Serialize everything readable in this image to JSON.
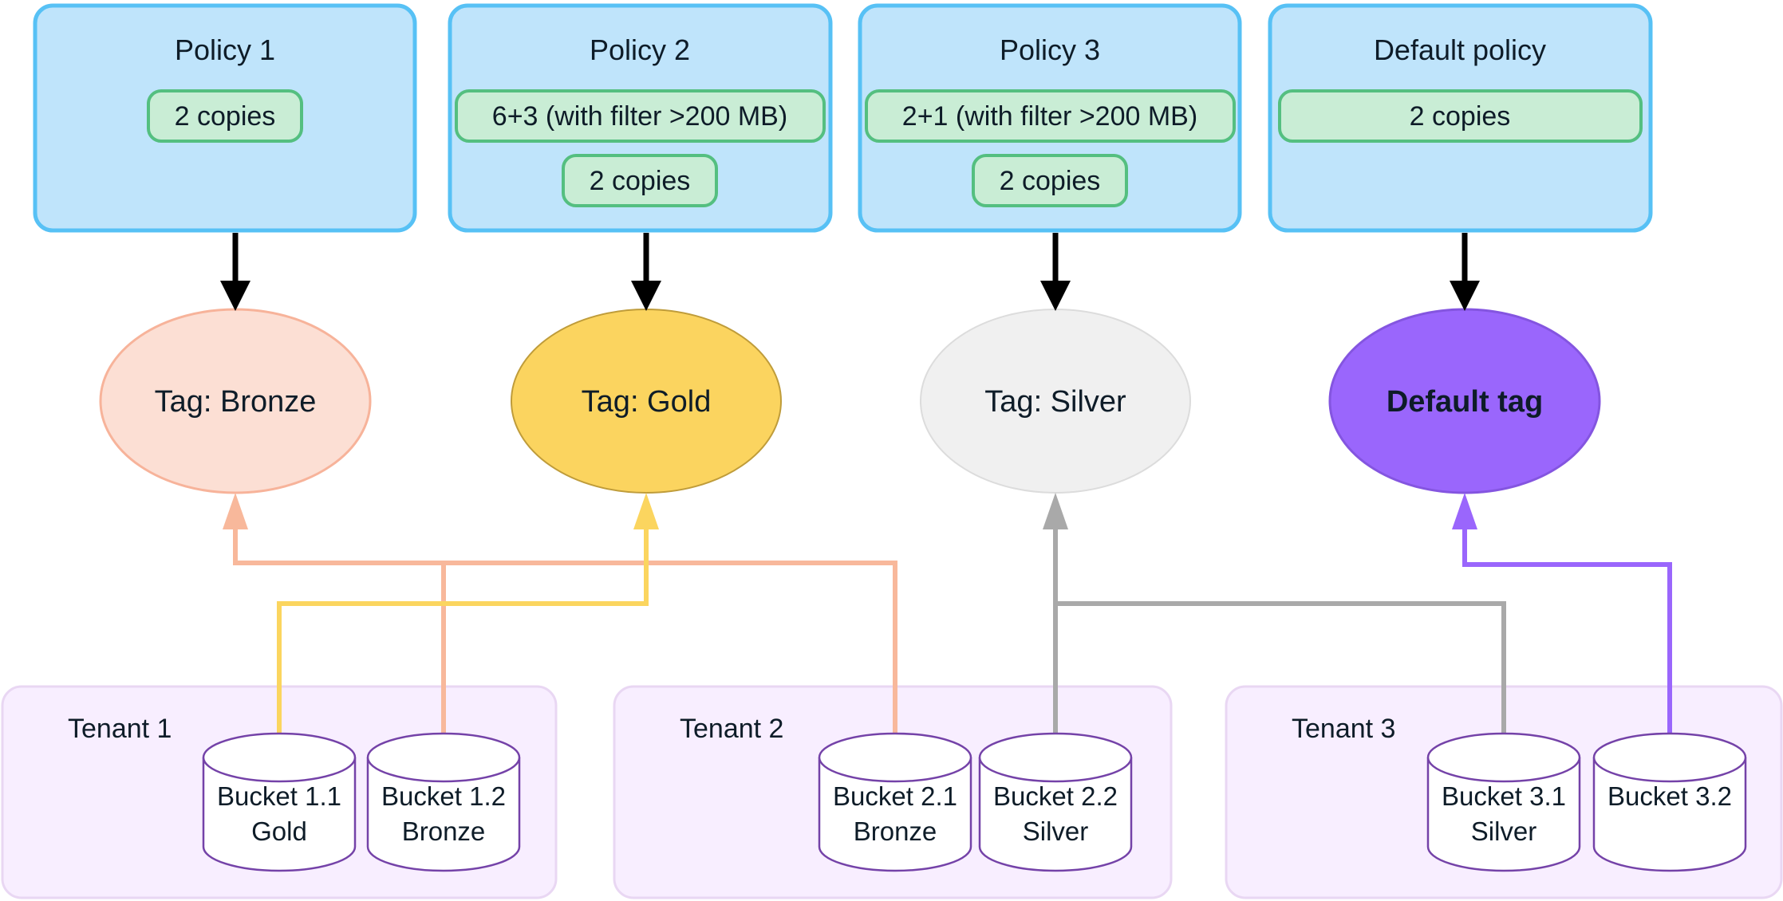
{
  "colors": {
    "policy_box_fill": "#bfe4fb",
    "policy_box_border": "#57c1f5",
    "rule_badge_fill": "#c9edd5",
    "rule_badge_border": "#54bf80",
    "bronze_fill": "#fcdfd4",
    "bronze_stroke": "#f7b39a",
    "gold_fill": "#fbd45f",
    "gold_stroke": "#bf9c3a",
    "silver_fill": "#f0f0f0",
    "silver_stroke": "#dcdcdc",
    "default_tag_fill": "#9a66fc",
    "default_tag_stroke": "#8455e0",
    "tenant_fill": "#f8eeff",
    "tenant_border": "#e9d7f3",
    "cylinder_stroke": "#7442a8",
    "connector_bronze": "#f8b89b",
    "connector_gold": "#fbd55f",
    "connector_silver": "#a9a9a9",
    "connector_purple": "#9a66fc",
    "black_arrow": "#000000",
    "white_text": "#ffffff"
  },
  "policies": [
    {
      "title": "Policy 1",
      "rules": [
        "2 copies"
      ]
    },
    {
      "title": "Policy 2",
      "rules": [
        "6+3 (with filter >200 MB)",
        "2 copies"
      ]
    },
    {
      "title": "Policy 3",
      "rules": [
        "2+1 (with filter >200 MB)",
        "2 copies"
      ]
    },
    {
      "title": "Default policy",
      "rules": [
        "2 copies"
      ]
    }
  ],
  "tags": [
    {
      "label": "Tag: Bronze"
    },
    {
      "label": "Tag: Gold"
    },
    {
      "label": "Tag: Silver"
    },
    {
      "label": "Default tag"
    }
  ],
  "tenants": [
    {
      "name": "Tenant 1",
      "buckets": [
        {
          "line1": "Bucket 1.1",
          "line2": "Gold"
        },
        {
          "line1": "Bucket 1.2",
          "line2": "Bronze"
        }
      ]
    },
    {
      "name": "Tenant 2",
      "buckets": [
        {
          "line1": "Bucket 2.1",
          "line2": "Bronze"
        },
        {
          "line1": "Bucket 2.2",
          "line2": "Silver"
        }
      ]
    },
    {
      "name": "Tenant 3",
      "buckets": [
        {
          "line1": "Bucket 3.1",
          "line2": "Silver"
        },
        {
          "line1": "Bucket 3.2",
          "line2": ""
        }
      ]
    }
  ]
}
